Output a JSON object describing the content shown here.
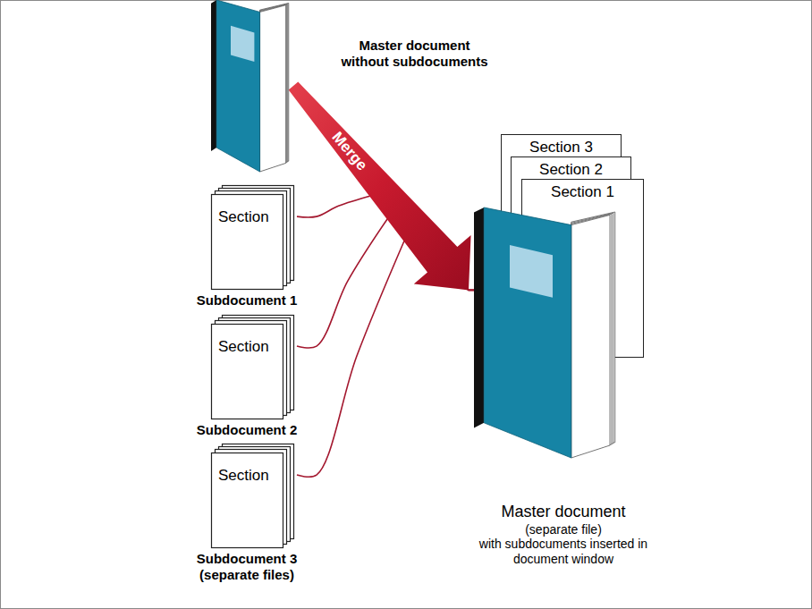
{
  "diagram": {
    "nodes": [
      {
        "text": [
          "Master document without subdocuments"
        ]
      },
      {
        "text": [
          "Section",
          "Subdocument 1"
        ]
      },
      {
        "text": [
          "Section",
          "Subdocument 2"
        ]
      },
      {
        "text": [
          "Section",
          "Subdocument 3 (separate files)"
        ]
      },
      {
        "text": [
          "Section 3"
        ]
      },
      {
        "text": [
          "Section 2"
        ]
      },
      {
        "text": [
          "Section 1"
        ]
      },
      {
        "text": [
          "Master document",
          "(separate file)",
          "with subdocuments inserted in document window"
        ]
      }
    ],
    "edges": [
      {
        "from": 0,
        "to": 7,
        "label": "Merge",
        "arrow": "to"
      },
      {
        "from": 1,
        "to": 7,
        "arrow": "none"
      },
      {
        "from": 2,
        "to": 7,
        "arrow": "none"
      },
      {
        "from": 3,
        "to": 7,
        "arrow": "none"
      }
    ]
  }
}
